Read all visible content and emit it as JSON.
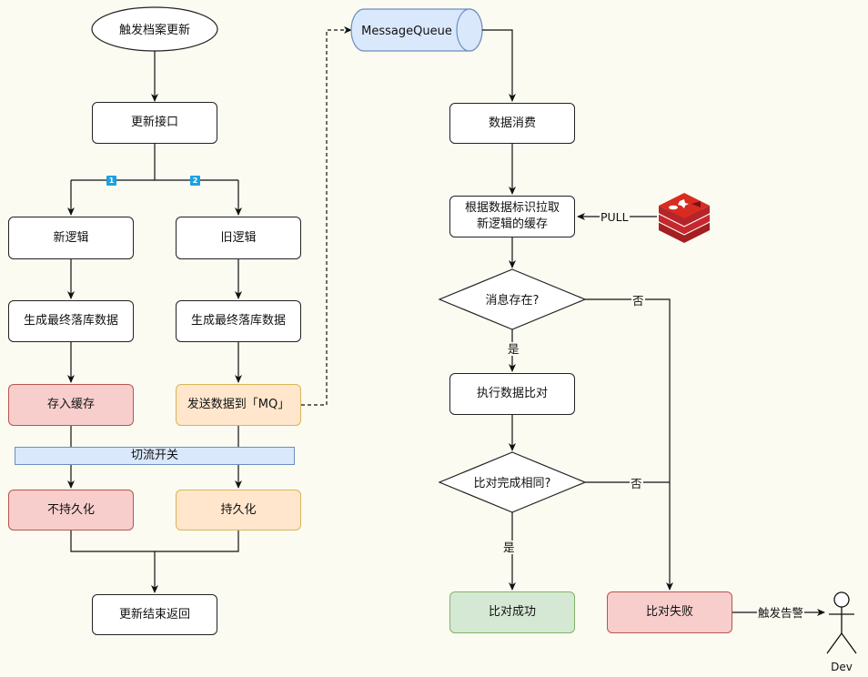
{
  "nodes": {
    "trigger": "触发档案更新",
    "update_api": "更新接口",
    "new_logic": "新逻辑",
    "old_logic": "旧逻辑",
    "gen_data_left": "生成最终落库数据",
    "gen_data_right": "生成最终落库数据",
    "save_cache": "存入缓存",
    "send_mq": "发送数据到「MQ」",
    "switch": "切流开关",
    "no_persist": "不持久化",
    "persist": "持久化",
    "end_return": "更新结束返回",
    "message_queue": "MessageQueue",
    "consume": "数据消费",
    "pull_cache_line1": "根据数据标识拉取",
    "pull_cache_line2": "新逻辑的缓存",
    "msg_exists": "消息存在?",
    "do_compare": "执行数据比对",
    "compare_same": "比对完成相同?",
    "compare_success": "比对成功",
    "compare_fail": "比对失败"
  },
  "edge_labels": {
    "pull": "PULL",
    "no_1": "否",
    "yes_1": "是",
    "no_2": "否",
    "yes_2": "是",
    "alert": "触发告警",
    "badge_1": "1",
    "badge_2": "2"
  },
  "actors": {
    "dev": "Dev"
  },
  "icons": {
    "redis": "redis-icon",
    "dev": "person-icon"
  },
  "colors": {
    "red_fill": "#f8cecc",
    "red_stroke": "#b85450",
    "orange_fill": "#ffe6cc",
    "orange_stroke": "#d6b656",
    "green_fill": "#d5e8d4",
    "green_stroke": "#82b366",
    "blue_fill": "#dae8fc",
    "blue_stroke": "#6c8ebf",
    "badge": "#1ba1e2",
    "redis": "#c8262e",
    "background": "#fbfbf1"
  }
}
